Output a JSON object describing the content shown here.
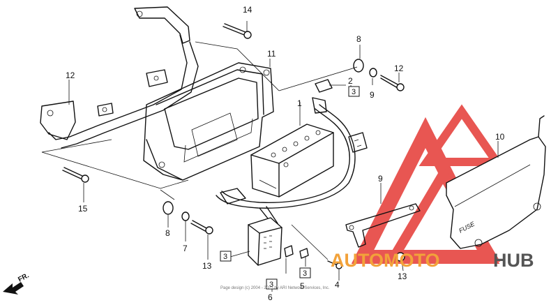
{
  "parts": [
    {
      "id": "p1",
      "label": "1"
    },
    {
      "id": "p2",
      "label": "2"
    },
    {
      "id": "p3a",
      "label": "3"
    },
    {
      "id": "p3b",
      "label": "3"
    },
    {
      "id": "p3c",
      "label": "3"
    },
    {
      "id": "p3d",
      "label": "3"
    },
    {
      "id": "p4",
      "label": "4"
    },
    {
      "id": "p5",
      "label": "5"
    },
    {
      "id": "p6",
      "label": "6"
    },
    {
      "id": "p7",
      "label": "7"
    },
    {
      "id": "p8a",
      "label": "8"
    },
    {
      "id": "p8b",
      "label": "8"
    },
    {
      "id": "p9a",
      "label": "9"
    },
    {
      "id": "p9b",
      "label": "9"
    },
    {
      "id": "p10",
      "label": "10"
    },
    {
      "id": "p11",
      "label": "11"
    },
    {
      "id": "p12a",
      "label": "12"
    },
    {
      "id": "p12b",
      "label": "12"
    },
    {
      "id": "p13a",
      "label": "13"
    },
    {
      "id": "p13b",
      "label": "13"
    },
    {
      "id": "p14",
      "label": "14"
    },
    {
      "id": "p15",
      "label": "15"
    }
  ],
  "direction_label": "FR.",
  "fuse_label": "FUSE",
  "copyright": "Page design (c) 2004 - 2021 by ARI Network Services, Inc.",
  "watermark": {
    "text_left": "AUTOMOTO",
    "text_right": "HUB",
    "color_left": "#f2a23a",
    "color_right": "#555555",
    "triangle_color": "#e53935"
  }
}
